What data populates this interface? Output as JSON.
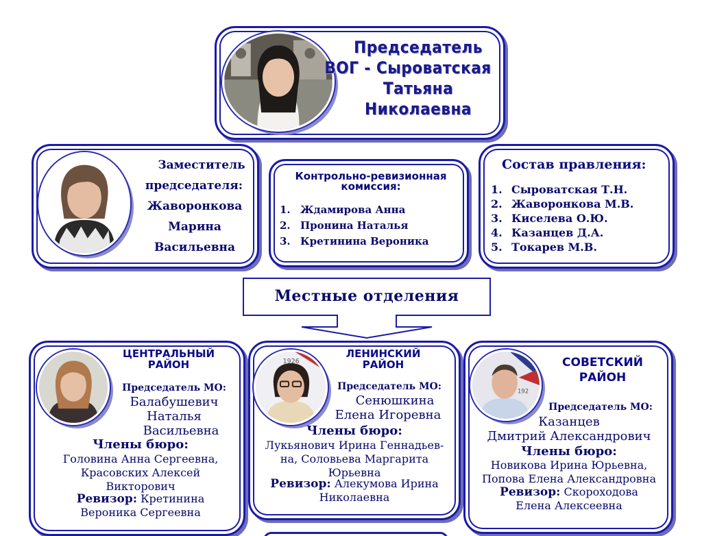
{
  "chairman": {
    "lines": [
      "Председатель",
      "ВОГ - Сыроватская",
      "Татьяна Николаевна"
    ]
  },
  "deputy": {
    "lines": [
      "Заместитель",
      "председателя:",
      "Жаворонкова",
      "Марина",
      "Васильевна"
    ]
  },
  "audit_commission": {
    "title": "Контрольно-ревизионная комиссия:",
    "members": [
      {
        "num": "1.",
        "name": "Ждамирова Анна"
      },
      {
        "num": "2.",
        "name": "Пронина Наталья"
      },
      {
        "num": "3.",
        "name": "Кретинина Вероника"
      }
    ]
  },
  "board": {
    "title": "Состав правления:",
    "members": [
      {
        "num": "1.",
        "name": "Сыроватская Т.Н."
      },
      {
        "num": "2.",
        "name": "Жаворонкова М.В."
      },
      {
        "num": "3.",
        "name": "Киселева О.Ю."
      },
      {
        "num": "4.",
        "name": "Казанцев Д.А."
      },
      {
        "num": "5.",
        "name": "Токарев М.В."
      }
    ]
  },
  "local_branches": {
    "title": "Местные отделения"
  },
  "districts": {
    "central": {
      "name_lines": [
        "ЦЕНТРАЛЬНЫЙ",
        "РАЙОН"
      ],
      "chair_label": "Председатель МО:",
      "chair_lines": [
        "Балабушевич",
        "Наталья",
        "Васильевна"
      ],
      "members_label": "Члены бюро:",
      "members_lines": [
        "Головина Анна Сергеевна,",
        "Красовских Алексей",
        "Викторович"
      ],
      "auditor_label": "Ревизор:",
      "auditor_lines": [
        "Кретинина",
        "Вероника Сергеевна"
      ]
    },
    "lenin": {
      "name_lines": [
        "ЛЕНИНСКИЙ",
        "РАЙОН"
      ],
      "chair_label": "Председатель МО:",
      "chair_lines": [
        "Сенюшкина",
        "Елена Игоревна"
      ],
      "members_label": "Члены бюро:",
      "members_lines": [
        "Лукьянович Ирина Геннадьев-",
        "на, Соловьева Маргарита",
        "Юрьевна"
      ],
      "auditor_label": "Ревизор:",
      "auditor_lines": [
        "Алекумова Ирина",
        "Николаевна"
      ]
    },
    "soviet": {
      "name_lines": [
        "СОВЕТСКИЙ",
        "РАЙОН"
      ],
      "chair_label": "Председатель МО:",
      "chair_lines": [
        "Казанцев",
        "Дмитрий Александрович"
      ],
      "members_label": "Члены бюро:",
      "members_lines": [
        "Новикова Ирина Юрьевна,",
        "Попова Елена Александровна"
      ],
      "auditor_label": "Ревизор:",
      "auditor_lines": [
        "Скороходова",
        "Елена Алексеевна"
      ]
    }
  },
  "photo_badge": {
    "lenin": "1926",
    "soviet": "192"
  },
  "colors": {
    "frame": "#1a1aa8",
    "text": "#0a0a6a",
    "shadow": "#6d6db8"
  }
}
